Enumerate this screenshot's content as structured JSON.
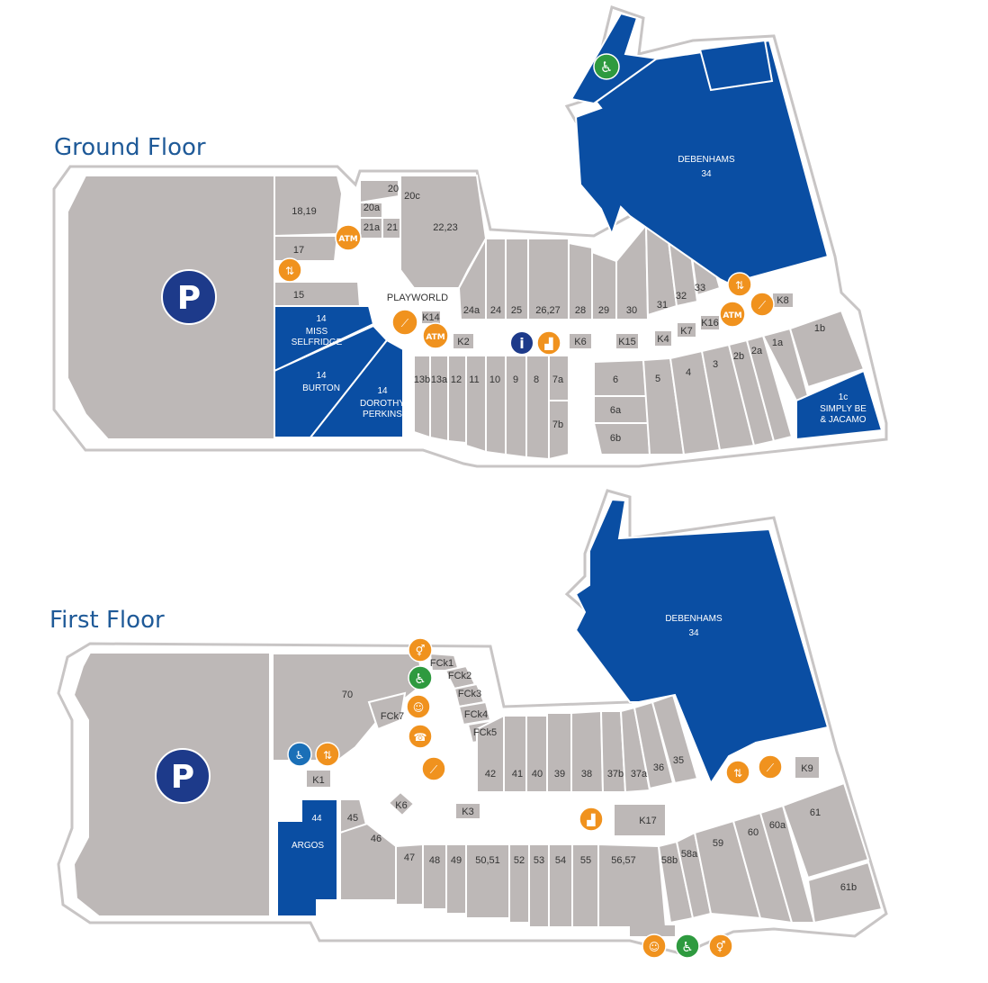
{
  "floors": {
    "ground": {
      "title": "Ground Floor"
    },
    "first": {
      "title": "First Floor"
    }
  },
  "ground_units": [
    "18,19",
    "20",
    "20a",
    "20c",
    "21a",
    "21",
    "22,23",
    "17",
    "15",
    "24a",
    "24",
    "25",
    "26,27",
    "28",
    "29",
    "30",
    "31",
    "32",
    "33",
    "K8",
    "1b",
    "1a",
    "2a",
    "2b",
    "3",
    "4",
    "5",
    "6",
    "6a",
    "6b",
    "7a",
    "7b",
    "8",
    "9",
    "10",
    "11",
    "12",
    "13a",
    "13b",
    "K2",
    "K6",
    "K14",
    "K15",
    "K4",
    "K7",
    "K16"
  ],
  "ground_anchors": {
    "debenhams": "DEBENHAMS",
    "debenhams_no": "34",
    "miss_selfridge_no": "14",
    "miss_selfridge_1": "MISS",
    "miss_selfridge_2": "SELFRIDGE",
    "burton_no": "14",
    "burton": "BURTON",
    "dp_no": "14",
    "dp_1": "DOROTHY",
    "dp_2": "PERKINS",
    "simply_no": "1c",
    "simply_1": "SIMPLY BE",
    "simply_2": "& JACAMO",
    "playworld": "PLAYWORLD"
  },
  "first_units": [
    "70",
    "FCk1",
    "FCk2",
    "FCk3",
    "FCk4",
    "FCk5",
    "FCk7",
    "K1",
    "K6",
    "K3",
    "K17",
    "K9",
    "42",
    "41",
    "40",
    "39",
    "38",
    "37b",
    "37a",
    "36",
    "35",
    "45",
    "46",
    "47",
    "48",
    "49",
    "50,51",
    "52",
    "53",
    "54",
    "55",
    "56,57",
    "58b",
    "58a",
    "59",
    "60",
    "60a",
    "61",
    "61b"
  ],
  "first_anchors": {
    "debenhams": "DEBENHAMS",
    "debenhams_no": "34",
    "argos_no": "44",
    "argos": "ARGOS"
  },
  "icons": {
    "parking": "P",
    "atm": "ATM",
    "info": "i",
    "colors": {
      "blue_store": "#0a4ea3",
      "grey_store": "#bdb8b7",
      "amenity": "#f0921e",
      "accessible": "#2e9a3f",
      "title": "#1f5a98"
    }
  }
}
